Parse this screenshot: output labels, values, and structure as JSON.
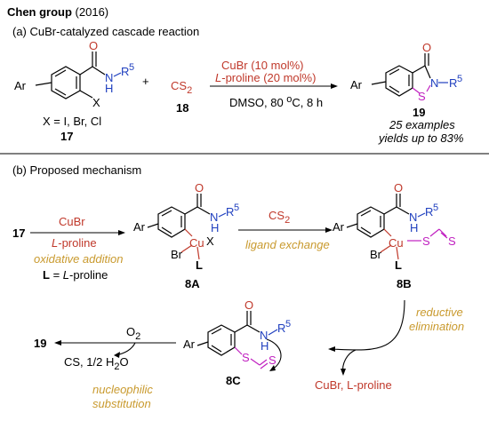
{
  "header": {
    "group": "Chen group",
    "year": " (2016)",
    "panel_a": "(a) CuBr-catalyzed cascade reaction",
    "panel_b": "(b) Proposed mechanism"
  },
  "part_a": {
    "substrate": {
      "ar": "Ar",
      "o": "O",
      "n": "N",
      "h": "H",
      "r": "R",
      "r_sup": "5",
      "x": "X",
      "conditions": "X = I, Br, Cl",
      "label": "17"
    },
    "plus": "+",
    "cs2": {
      "cs": "CS",
      "sub": "2",
      "label": "18"
    },
    "reagents": {
      "line1": "CuBr (10 mol%)",
      "line2_italic": "L",
      "line2_rest": "-proline (20 mol%)",
      "line3": "DMSO, 80 ",
      "deg": "o",
      "line3_rest": "C, 8 h"
    },
    "product": {
      "ar": "Ar",
      "o": "O",
      "n": "N",
      "s": "S",
      "r": "R",
      "r_sup": "5",
      "label": "19",
      "examples": "25 examples",
      "yields": "yields up to 83%"
    }
  },
  "part_b": {
    "step1": {
      "start": "17",
      "reagent": "CuBr",
      "ligand_i": "L",
      "ligand_rest": "-proline",
      "desc": "oxidative addition",
      "def_l": "L",
      "def_eq": " = ",
      "def_i": "L",
      "def_rest": "-proline"
    },
    "int_8a": {
      "ar": "Ar",
      "o": "O",
      "n": "N",
      "h": "H",
      "r": "R",
      "r_sup": "5",
      "cu": "Cu",
      "x": "X",
      "br": "Br",
      "l": "L",
      "label": "8A"
    },
    "step2": {
      "reagent": "CS",
      "sub": "2",
      "desc": "ligand exchange"
    },
    "int_8b": {
      "ar": "Ar",
      "o": "O",
      "n": "N",
      "h": "H",
      "r": "R",
      "r_sup": "5",
      "cu": "Cu",
      "s1": "S",
      "s2": "S",
      "br": "Br",
      "l": "L",
      "label": "8B"
    },
    "step3": {
      "desc1": "reductive",
      "desc2": "elimination",
      "released": "CuBr, L-proline"
    },
    "int_8c": {
      "ar": "Ar",
      "o": "O",
      "n": "N",
      "h": "H",
      "r": "R",
      "r_sup": "5",
      "s1": "S",
      "s2": "S",
      "label": "8C"
    },
    "step4": {
      "product": "19",
      "reagent": "O",
      "sub": "2",
      "byprod": "CS, 1/2 H",
      "byprod_sub": "2",
      "byprod_end": "O",
      "desc1": "nucleophilic",
      "desc2": "substitution"
    }
  }
}
